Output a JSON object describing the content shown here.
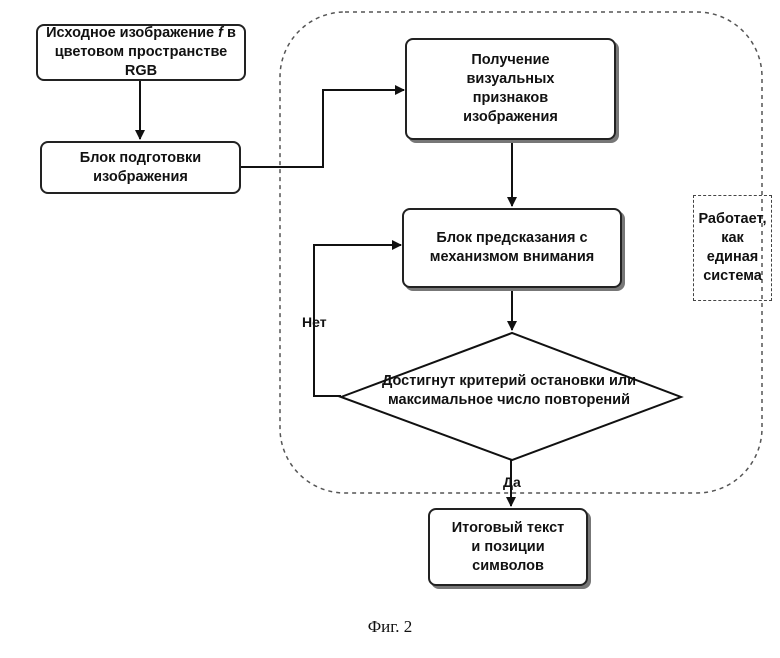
{
  "boxes": {
    "source_line1_pre": "Исходное изображение ",
    "source_symbol": "f",
    "source_line1_post": " в",
    "source_line2": "цветовом пространстве RGB",
    "prep": "Блок подготовки изображения",
    "visual": "Получение визуальных признаков изображения",
    "predict": "Блок предсказания с механизмом внимания",
    "decision": "Достигнут критерий остановки или максимальное число повторений",
    "result": "Итоговый текст и позиции символов"
  },
  "labels": {
    "no": "Нет",
    "yes": "Да"
  },
  "note": "Работает, как единая система",
  "caption": "Фиг. 2"
}
